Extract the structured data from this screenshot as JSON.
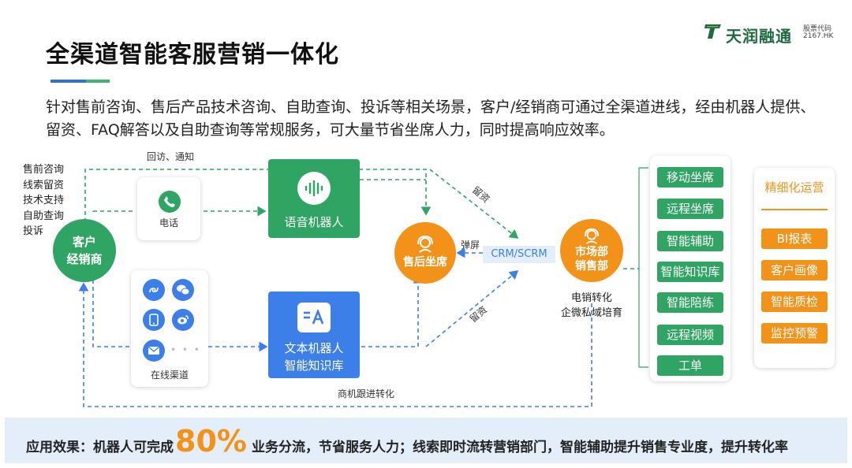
{
  "header": {
    "title": "全渠道智能客服营销一体化",
    "intro": "针对售前咨询、售后产品技术咨询、自助查询、投诉等相关场景，客户/经销商可通过全渠道进线，经由机器人提供、留资、FAQ解答以及自助查询等常规服务，可大量节省坐席人力，同时提高响应效率。",
    "logo": {
      "name": "天润融通",
      "stock_label": "股票代码",
      "stock_code": "2167.HK"
    }
  },
  "diagram": {
    "source_items": [
      "售前咨询",
      "线索留资",
      "技术支持",
      "自助查询",
      "投诉"
    ],
    "customer": [
      "客户",
      "经销商"
    ],
    "phone": {
      "label": "电话"
    },
    "online": {
      "label": "在线渠道",
      "dots": "• • •"
    },
    "voice_bot": "语音机器人",
    "text_bot": {
      "line1": "文本机器人",
      "line2": "智能知识库"
    },
    "after_sales": "售后坐席",
    "crm": "CRM/SCRM",
    "market": [
      "市场部",
      "销售部"
    ],
    "market_caption": [
      "电销转化",
      "企微私域培育"
    ],
    "edge_labels": {
      "callback": "回访、通知",
      "leave_info_top": "留资",
      "leave_info_bottom": "留资",
      "popup": "弹屏",
      "follow_up": "商机跟进转化"
    },
    "features": [
      "移动坐席",
      "远程坐席",
      "智能辅助",
      "智能知识库",
      "智能陪练",
      "远程视频",
      "工单"
    ],
    "ops": {
      "title": "精细化运营",
      "items": [
        "BI报表",
        "客户画像",
        "智能质检",
        "监控预警"
      ]
    },
    "colors": {
      "green": "#2fa463",
      "blue": "#3d7fe8",
      "orange": "#f29219"
    }
  },
  "footer": {
    "prefix": "应用效果：机器人可完成",
    "highlight": "80%",
    "suffix": "业务分流，节省服务人力；线索即时流转营销部门，智能辅助提升销售专业度，提升转化率"
  }
}
